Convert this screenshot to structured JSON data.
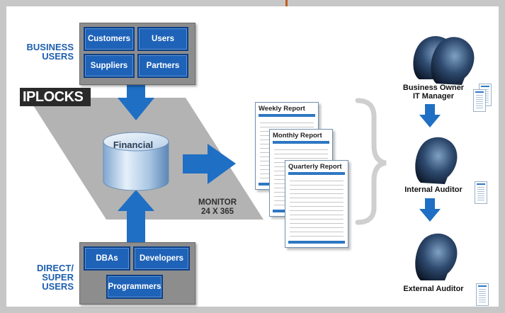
{
  "business_users": {
    "label_line1": "BUSINESS",
    "label_line2": "USERS",
    "boxes": [
      "Customers",
      "Users",
      "Suppliers",
      "Partners"
    ]
  },
  "logo_text": "IPLOCKS",
  "database_label": "Financial",
  "monitor": {
    "line1": "MONITOR",
    "line2": "24 X 365"
  },
  "direct_users": {
    "label_line1": "DIRECT/",
    "label_line2": "SUPER",
    "label_line3": "USERS",
    "boxes": [
      "DBAs",
      "Developers",
      "Programmers"
    ]
  },
  "reports": [
    "Weekly Report",
    "Monthly Report",
    "Quarterly Report"
  ],
  "roles": {
    "owner_line1": "Business Owner",
    "owner_line2": "IT Manager",
    "internal": "Internal Auditor",
    "external": "External Auditor"
  },
  "colors": {
    "box_blue": "#1f63b8",
    "arrow_blue": "#1f6fc4",
    "label_blue": "#1d5fb0",
    "platform_gray": "#b3b3b3",
    "frame_gray": "#c7c7c7"
  }
}
